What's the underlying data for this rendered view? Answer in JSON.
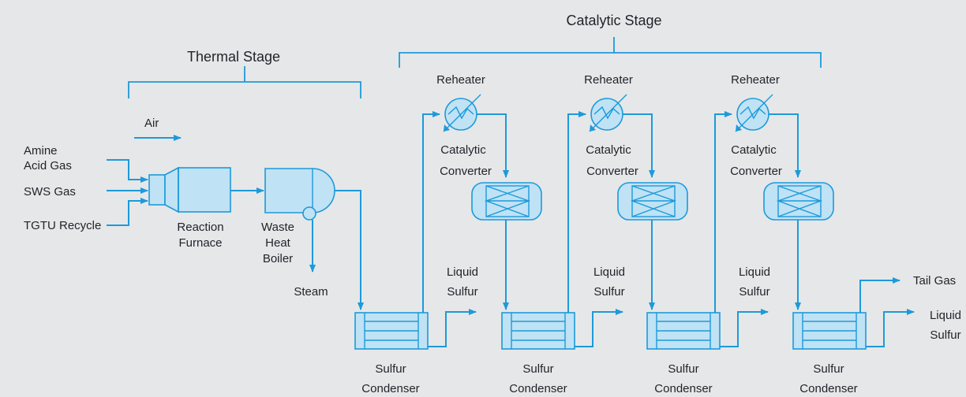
{
  "stages": {
    "thermal": "Thermal Stage",
    "catalytic": "Catalytic Stage"
  },
  "feeds": {
    "air": "Air",
    "amine_line1": "Amine",
    "amine_line2": "Acid Gas",
    "sws": "SWS Gas",
    "tgtu": "TGTU Recycle"
  },
  "equipment": {
    "furnace_line1": "Reaction",
    "furnace_line2": "Furnace",
    "boiler_line1": "Waste",
    "boiler_line2": "Heat",
    "boiler_line3": "Boiler",
    "steam": "Steam",
    "reheater": "Reheater",
    "converter_line1": "Catalytic",
    "converter_line2": "Converter",
    "condenser_line1": "Sulfur",
    "condenser_line2": "Condenser",
    "liquid_line1": "Liquid",
    "liquid_line2": "Sulfur",
    "tail_gas": "Tail Gas"
  },
  "colors": {
    "flow": "#1d9ad9",
    "equipment_fill": "#bfe2f5",
    "background": "#e6e7e9",
    "text": "#1f2329"
  }
}
